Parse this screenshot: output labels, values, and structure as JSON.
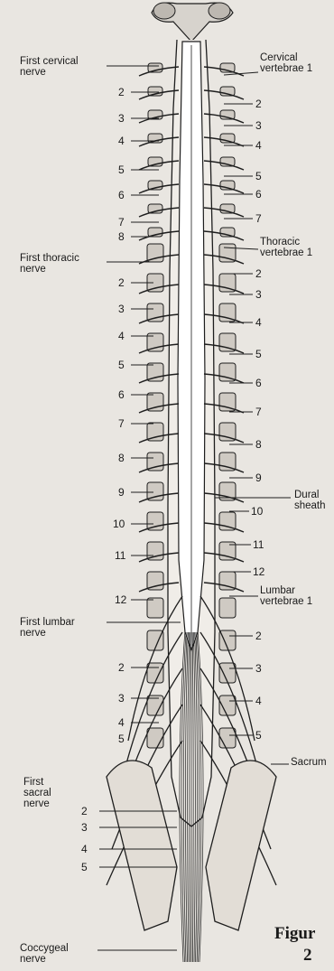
{
  "labels": {
    "first_cervical": [
      "First cervical",
      "nerve"
    ],
    "cervical_vertebrae": [
      "Cervical",
      "vertebrae 1"
    ],
    "first_thoracic": [
      "First thoracic",
      "nerve"
    ],
    "thoracic_vertebrae": [
      "Thoracic",
      "vertebrae 1"
    ],
    "dural_sheath": [
      "Dural",
      "sheath"
    ],
    "lumbar_vertebrae": [
      "Lumbar",
      "vertebrae 1"
    ],
    "first_lumbar": [
      "First lumbar",
      "nerve"
    ],
    "sacrum": "Sacrum",
    "first_sacral": [
      "First",
      "sacral",
      "nerve"
    ],
    "coccygeal": [
      "Coccygeal",
      "nerve"
    ]
  },
  "left_numbers": [
    "2",
    "3",
    "4",
    "5",
    "6",
    "7",
    "8",
    "2",
    "3",
    "4",
    "5",
    "6",
    "7",
    "8",
    "9",
    "10",
    "11",
    "12",
    "2",
    "3",
    "4",
    "5",
    "2",
    "3",
    "4",
    "5"
  ],
  "right_numbers": [
    "2",
    "3",
    "4",
    "5",
    "6",
    "7",
    "2",
    "3",
    "4",
    "5",
    "6",
    "7",
    "8",
    "9",
    "10",
    "11",
    "12",
    "2",
    "3",
    "4",
    "5"
  ],
  "figure": [
    "Figur",
    "2"
  ]
}
